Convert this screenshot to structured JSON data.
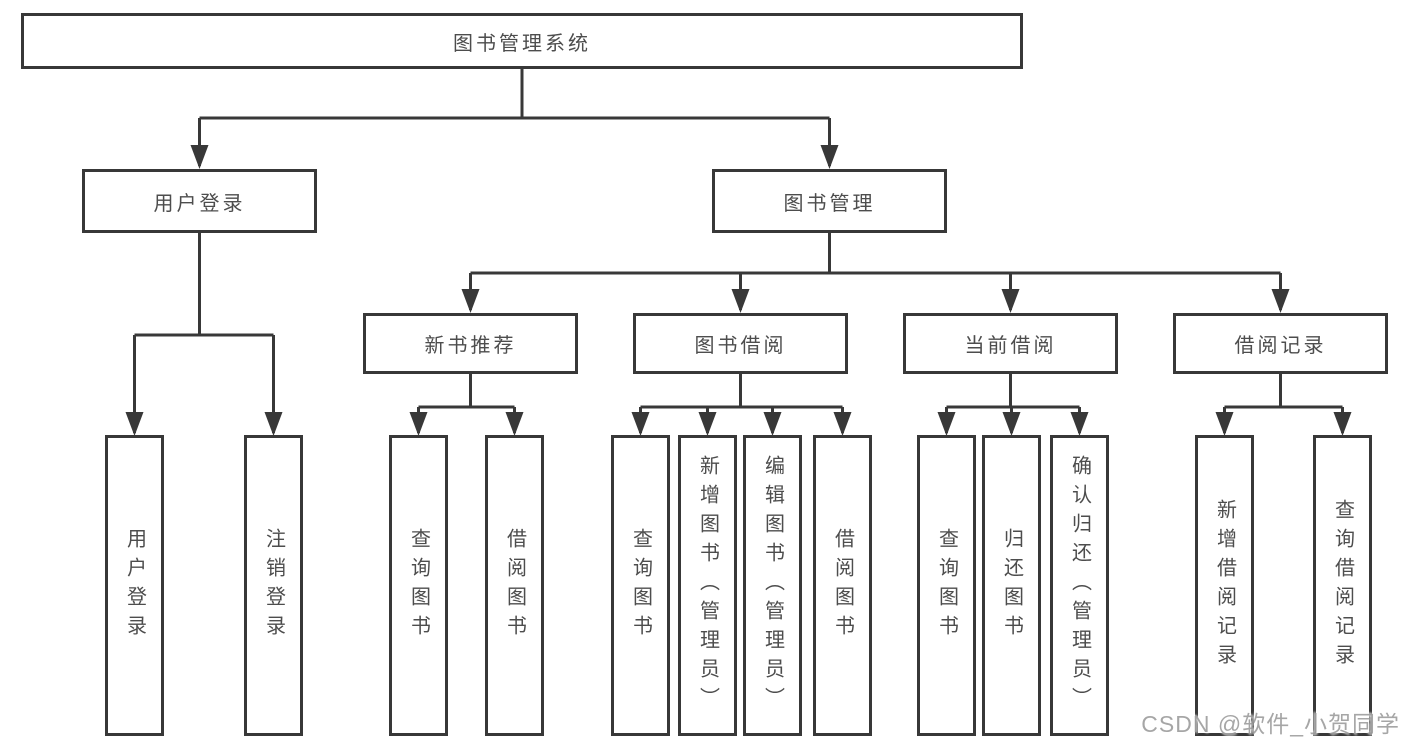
{
  "tree": {
    "root": "图书管理系统",
    "branches": [
      {
        "label": "用户登录",
        "children": [
          "用户登录",
          "注销登录"
        ]
      },
      {
        "label": "图书管理",
        "children": [
          {
            "label": "新书推荐",
            "children": [
              "查询图书",
              "借阅图书"
            ]
          },
          {
            "label": "图书借阅",
            "children": [
              "查询图书",
              "新增图书（管理员）",
              "编辑图书（管理员）",
              "借阅图书"
            ]
          },
          {
            "label": "当前借阅",
            "children": [
              "查询图书",
              "归还图书",
              "确认归还（管理员）"
            ]
          },
          {
            "label": "借阅记录",
            "children": [
              "新增借阅记录",
              "查询借阅记录"
            ]
          }
        ]
      }
    ]
  },
  "watermark": "CSDN @软件_小贺同学",
  "colors": {
    "line": "#383838",
    "box_border": "#383838",
    "text": "#4d4d4d",
    "background": "#ffffff",
    "watermark": "#969696"
  }
}
